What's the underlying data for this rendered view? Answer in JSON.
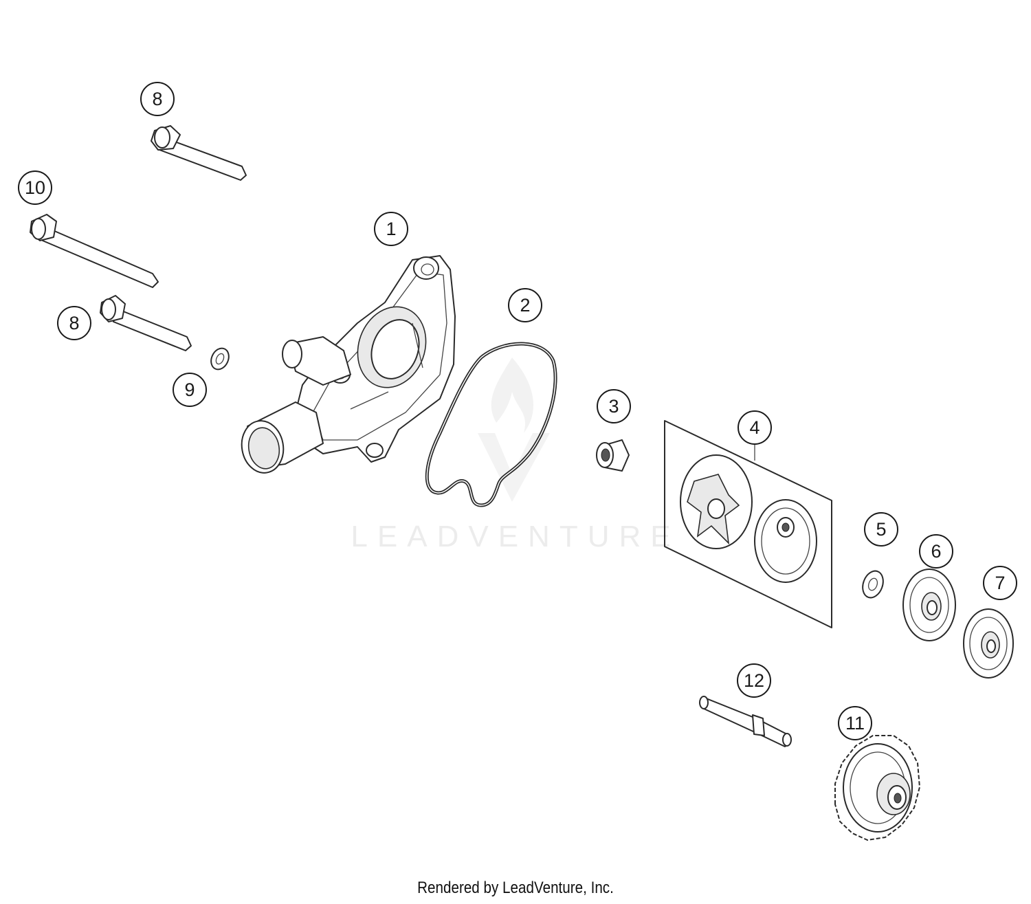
{
  "diagram": {
    "callouts": [
      "8",
      "10",
      "8",
      "9",
      "1",
      "2",
      "3",
      "4",
      "5",
      "6",
      "7",
      "12",
      "11"
    ]
  },
  "watermark": {
    "text": "LEADVENTURE"
  },
  "footer": {
    "text": "Rendered by LeadVenture, Inc."
  }
}
